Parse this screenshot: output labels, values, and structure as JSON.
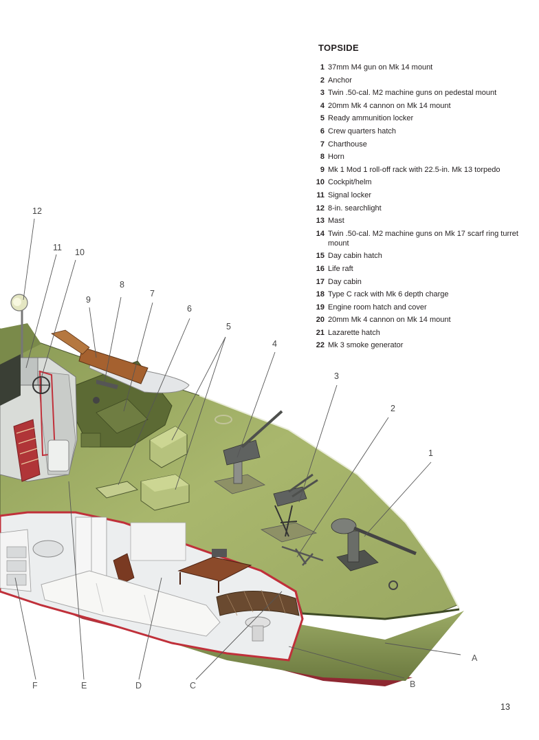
{
  "legend": {
    "title": "TOPSIDE",
    "items": [
      {
        "num": "1",
        "text": "37mm M4 gun on Mk 14 mount"
      },
      {
        "num": "2",
        "text": "Anchor"
      },
      {
        "num": "3",
        "text": "Twin .50-cal. M2 machine guns on pedestal mount"
      },
      {
        "num": "4",
        "text": "20mm Mk 4 cannon on Mk 14 mount"
      },
      {
        "num": "5",
        "text": "Ready ammunition locker"
      },
      {
        "num": "6",
        "text": "Crew quarters hatch"
      },
      {
        "num": "7",
        "text": "Charthouse"
      },
      {
        "num": "8",
        "text": "Horn"
      },
      {
        "num": "9",
        "text": "Mk 1 Mod 1 roll-off rack with 22.5-in. Mk 13 torpedo"
      },
      {
        "num": "10",
        "text": "Cockpit/helm"
      },
      {
        "num": "11",
        "text": "Signal locker"
      },
      {
        "num": "12",
        "text": "8-in. searchlight"
      },
      {
        "num": "13",
        "text": "Mast"
      },
      {
        "num": "14",
        "text": "Twin .50-cal. M2 machine guns on Mk 17 scarf ring turret mount"
      },
      {
        "num": "15",
        "text": "Day cabin hatch"
      },
      {
        "num": "16",
        "text": "Life raft"
      },
      {
        "num": "17",
        "text": "Day cabin"
      },
      {
        "num": "18",
        "text": "Type C rack with Mk 6 depth charge"
      },
      {
        "num": "19",
        "text": "Engine room hatch and cover"
      },
      {
        "num": "20",
        "text": "20mm Mk 4 cannon on Mk 14 mount"
      },
      {
        "num": "21",
        "text": "Lazarette hatch"
      },
      {
        "num": "22",
        "text": "Mk 3 smoke generator"
      }
    ]
  },
  "callouts": {
    "n1": "1",
    "n2": "2",
    "n3": "3",
    "n4": "4",
    "n5": "5",
    "n6": "6",
    "n7": "7",
    "n8": "8",
    "n9": "9",
    "n10": "10",
    "n11": "11",
    "n12": "12",
    "A": "A",
    "B": "B",
    "C": "C",
    "D": "D",
    "E": "E",
    "F": "F"
  },
  "page_number": "13",
  "colors": {
    "deck": "#a8b46a",
    "deck_dark": "#5d6a36",
    "hull_side": "#8f9f5e",
    "hull_red": "#b33a43",
    "interior": "#e8e8ea",
    "cut_edge": "#c0303a"
  }
}
